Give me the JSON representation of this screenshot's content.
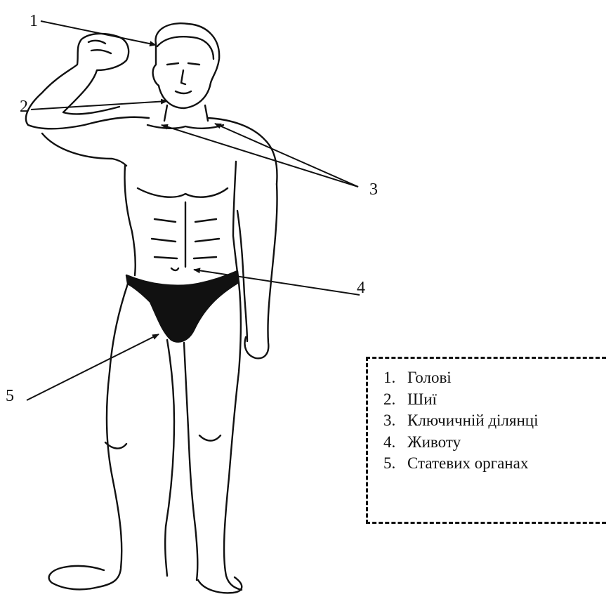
{
  "callouts": [
    "1",
    "2",
    "3",
    "4",
    "5"
  ],
  "legend": {
    "items": [
      {
        "number": "1.",
        "label": "Голові"
      },
      {
        "number": "2.",
        "label": "Шиї"
      },
      {
        "number": "3.",
        "label": "Ключичній ділянці"
      },
      {
        "number": "4.",
        "label": "Животу"
      },
      {
        "number": "5.",
        "label": "Статевих органах"
      }
    ]
  },
  "colors": {
    "ink": "#111111",
    "background": "#ffffff"
  },
  "icons": [
    "human-figure-illustration",
    "arrow-pointer"
  ]
}
